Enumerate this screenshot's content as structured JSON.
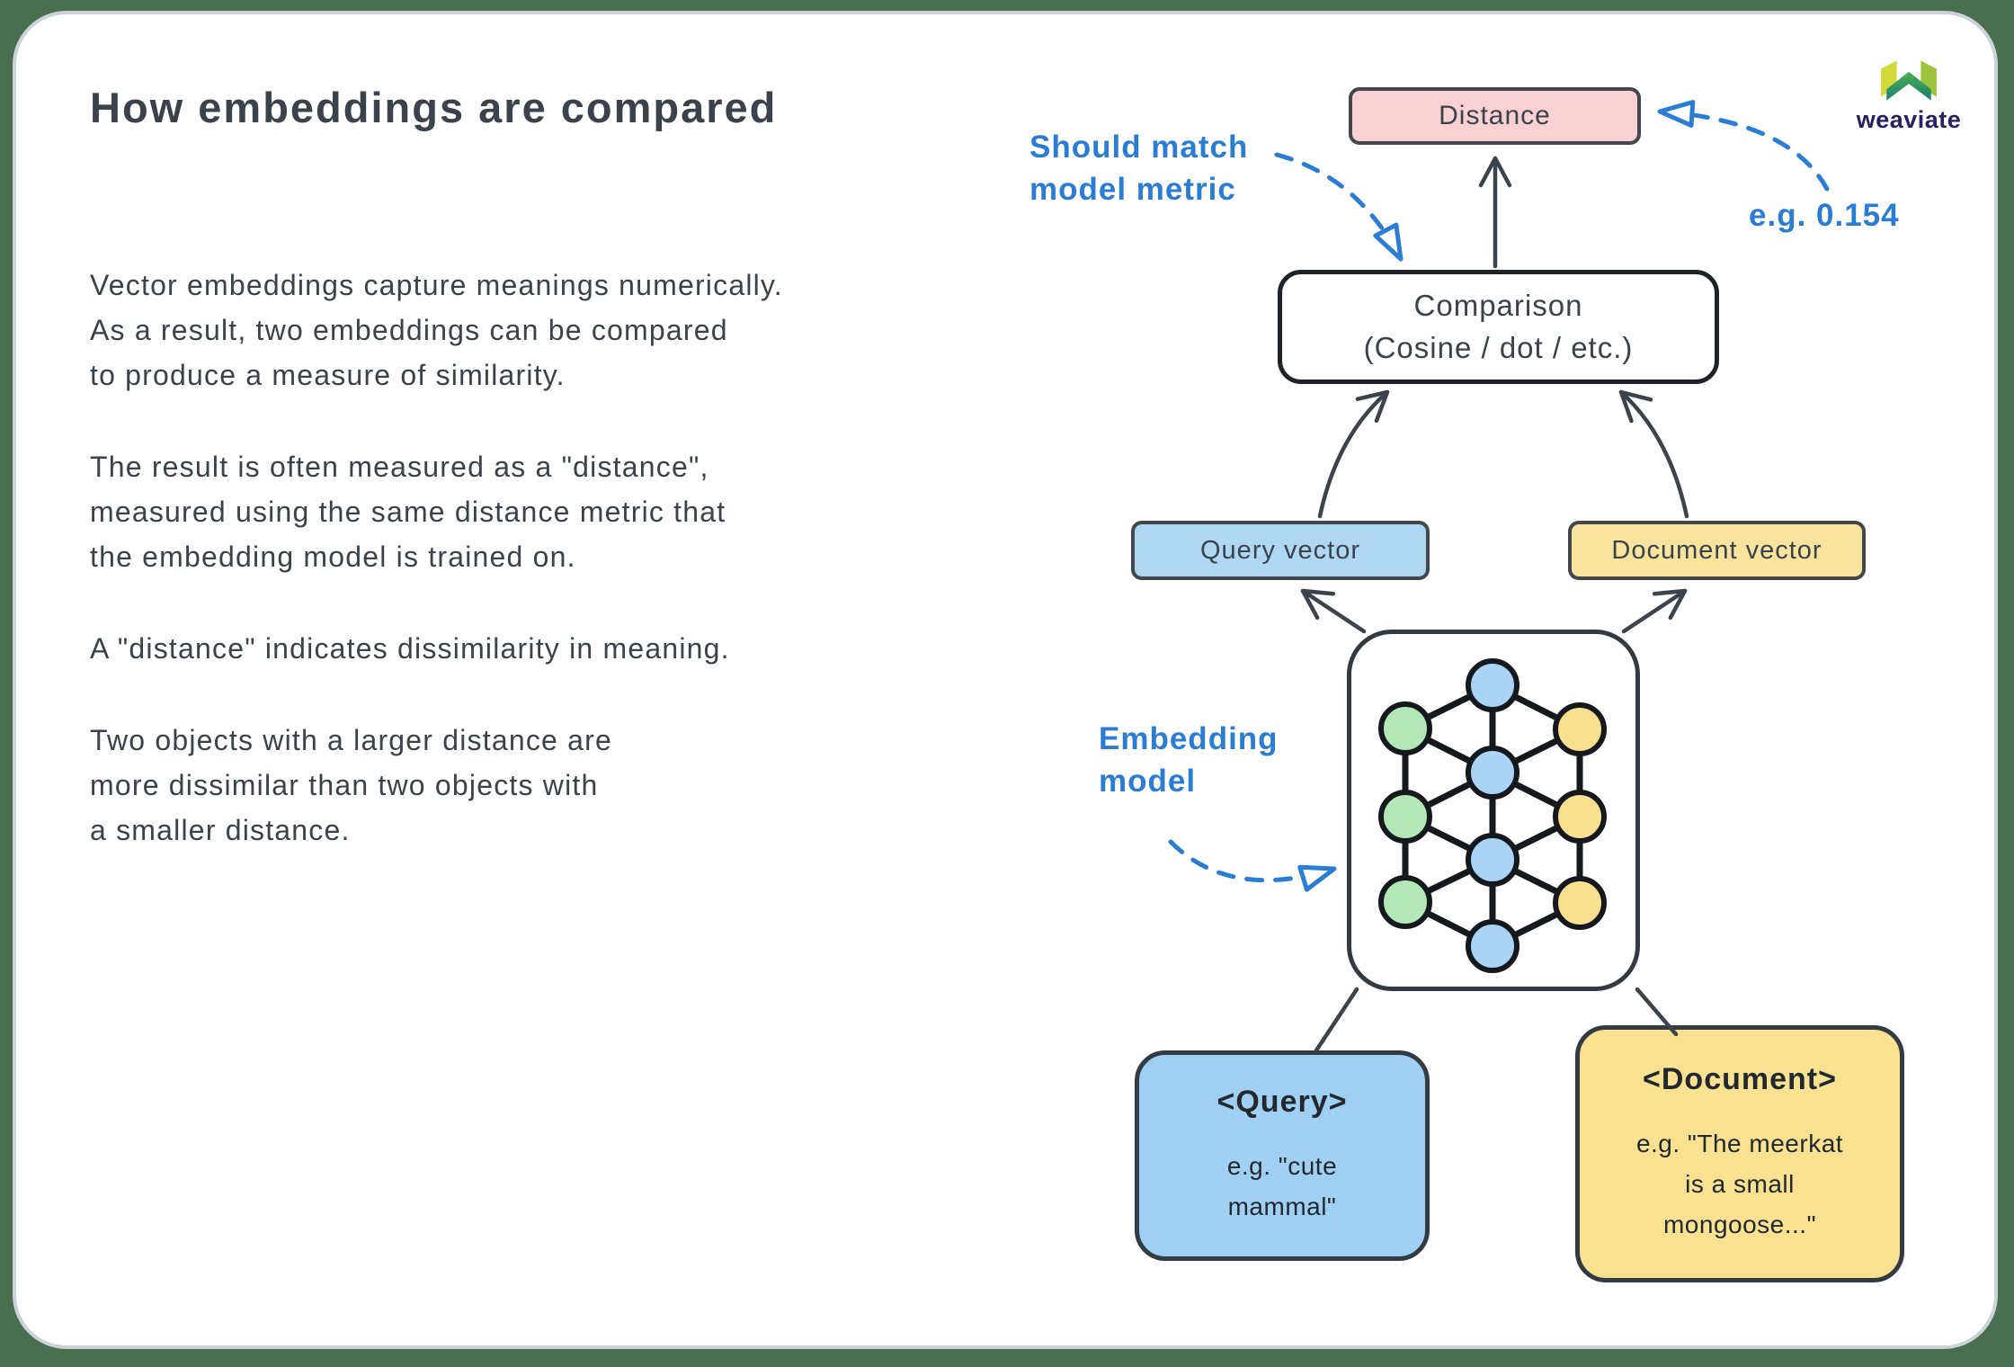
{
  "page": {
    "title": "How embeddings are compared",
    "paragraphs": [
      "Vector embeddings capture meanings numerically.\nAs a result, two embeddings can be compared\nto produce a measure of similarity.",
      "The result is often measured as a \"distance\",\nmeasured using the same distance metric that\nthe embedding model is trained on.",
      "A \"distance\" indicates dissimilarity in meaning.",
      "Two objects with a larger distance are\nmore dissimilar than two objects with\na smaller distance."
    ]
  },
  "brand": {
    "name": "weaviate"
  },
  "diagram": {
    "distance_box": "Distance",
    "comparison_box_line1": "Comparison",
    "comparison_box_line2": "(Cosine / dot / etc.)",
    "query_vector_box": "Query vector",
    "document_vector_box": "Document vector",
    "embedding_model_box": "embedding model neural network",
    "query_box_title": "<Query>",
    "query_box_example": "e.g. \"cute\nmammal\"",
    "document_box_title": "<Document>",
    "document_box_example": "e.g. \"The meerkat\nis a small\nmongoose...\"",
    "annotations": {
      "should_match": "Should match\nmodel metric",
      "example_value": "e.g. 0.154",
      "embedding_model": "Embedding\nmodel"
    }
  },
  "colors": {
    "background": "#496f4f",
    "card": "#ffffff",
    "card_border": "#ccd2da",
    "ink": "#3b424a",
    "annotation_blue": "#2b7cd3",
    "distance_fill": "#f9d1d4",
    "query_fill": "#aed7f3",
    "document_fill": "#f8e49c",
    "query_big_fill": "#9fd0f3",
    "document_big_fill": "#f8e292",
    "node_blue": "#a9d4f5",
    "node_green": "#b2e8b8",
    "node_yellow": "#f8df90",
    "logo_navy": "#262262"
  }
}
